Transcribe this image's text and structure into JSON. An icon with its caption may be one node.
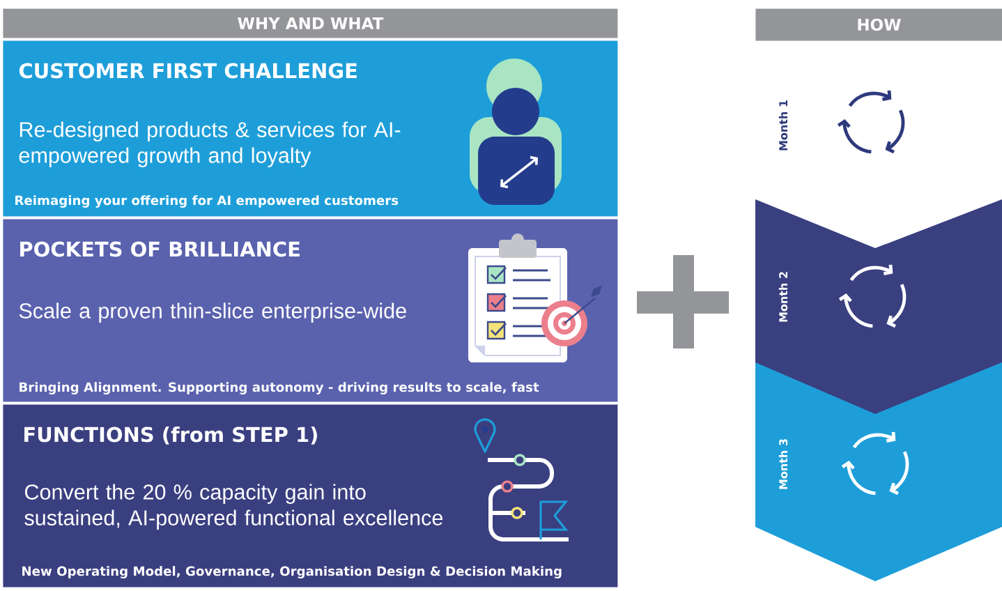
{
  "diagram": {
    "nodes": [
      {
        "text": [
          "WHY AND WHAT"
        ]
      },
      {
        "text": [
          "CUSTOMER FIRST CHALLENGE",
          "Re-designed products & services for AI-empowered growth and loyalty",
          "Reimaging your offering for AI empowered customers"
        ]
      },
      {
        "text": [
          "POCKETS OF BRILLIANCE",
          "Scale a proven thin-slice enterprise-wide",
          "Bringing Alignment. Supporting autonomy - driving results to scale, fast"
        ]
      },
      {
        "text": [
          "FUNCTIONS (from STEP 1)",
          "Convert the 20 % capacity gain into sustained, AI-powered functional excellence",
          "New Operating Model, Governance, Organisation Design & Decision Making"
        ]
      },
      {
        "text": [
          "HOW"
        ]
      },
      {
        "text": [
          "Month 1"
        ]
      },
      {
        "text": [
          "Month 2"
        ]
      },
      {
        "text": [
          "Month 3"
        ]
      }
    ]
  }
}
